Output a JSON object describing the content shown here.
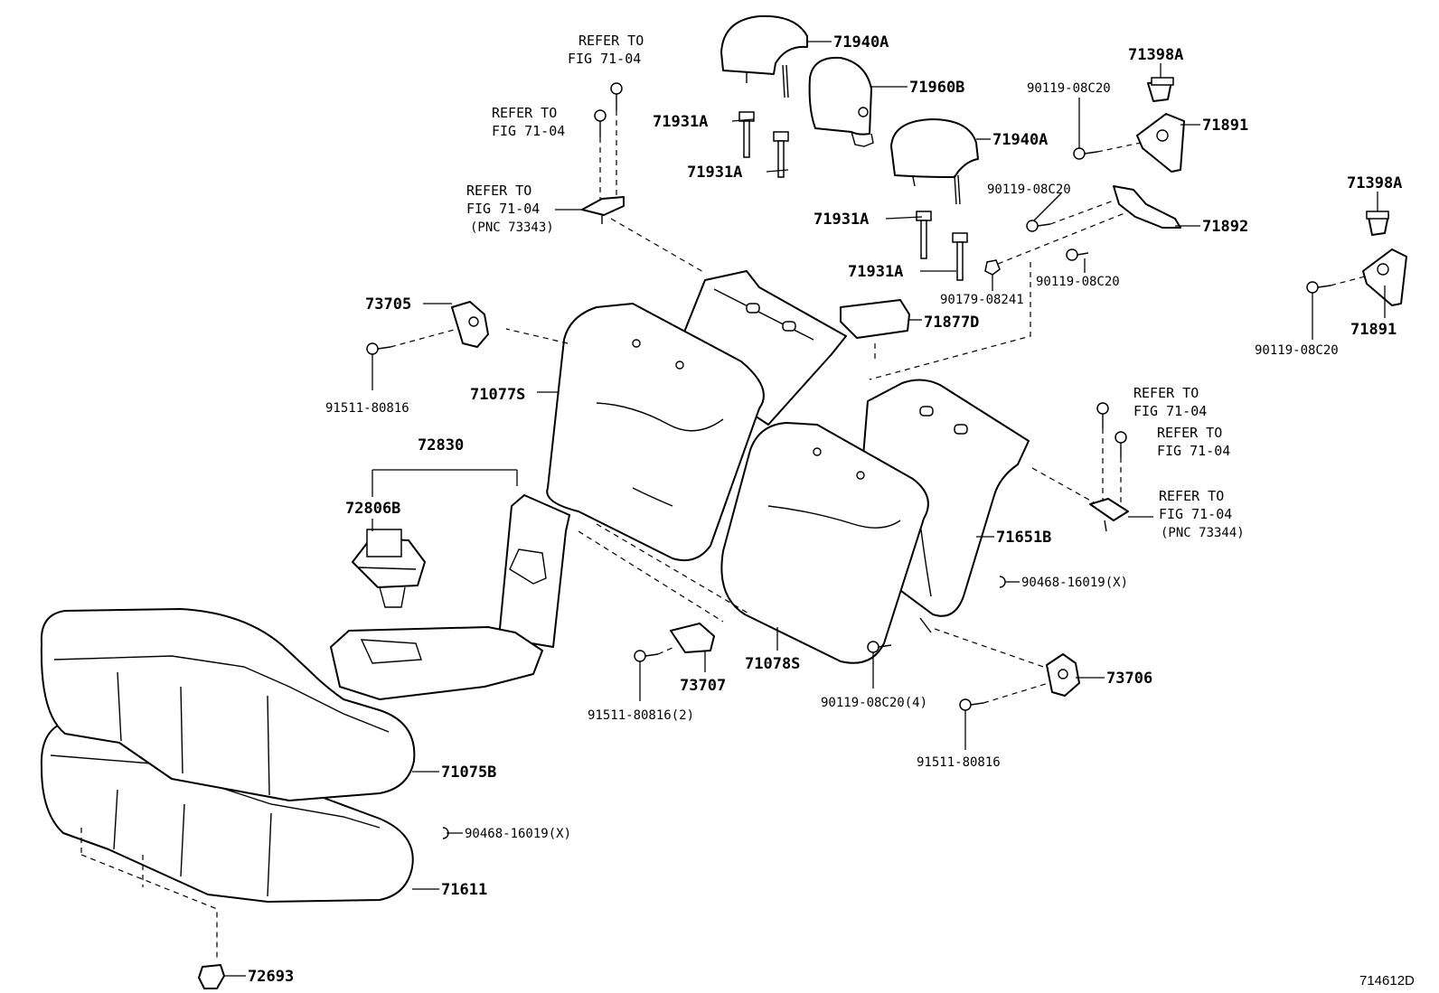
{
  "labels": {
    "p71940a_1": "71940A",
    "p71960b": "71960B",
    "p71940a_2": "71940A",
    "p71931a_1": "71931A",
    "p71931a_2": "71931A",
    "p71931a_3": "71931A",
    "p71931a_4": "71931A",
    "p71398a_1": "71398A",
    "p71398a_2": "71398A",
    "p71891_1": "71891",
    "p71891_2": "71891",
    "p71892": "71892",
    "p90119_a": "90119-08C20",
    "p90119_b": "90119-08C20",
    "p90119_c": "90119-08C20",
    "p90119_d": "90119-08C20",
    "p90119_4": "90119-08C20(4)",
    "p90179": "90179-08241",
    "p71877d": "71877D",
    "p73705": "73705",
    "p91511_a": "91511-80816",
    "p91511_2": "91511-80816(2)",
    "p91511_b": "91511-80816",
    "p71077s": "71077S",
    "p72830": "72830",
    "p72806b": "72806B",
    "p71651b": "71651B",
    "p90468_a": "90468-16019(X)",
    "p90468_b": "90468-16019(X)",
    "p73707": "73707",
    "p71078s": "71078S",
    "p73706": "73706",
    "p71075b": "71075B",
    "p71611": "71611",
    "p72693": "72693"
  },
  "refs": {
    "refer_to": "REFER TO",
    "fig_71_04": "FIG 71-04",
    "pnc_73343": "(PNC 73343)",
    "pnc_73344": "(PNC 73344)"
  },
  "figure_id": "714612D"
}
